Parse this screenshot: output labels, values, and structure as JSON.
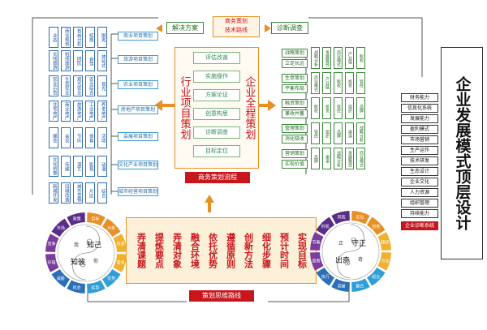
{
  "top": {
    "solution_label": "解决方案",
    "route_label": "商务策划\n技术路线",
    "diagnosis_label": "诊断调查"
  },
  "left_column": {
    "items": [
      {
        "label": "商业项目策划",
        "tags": [
          "业态",
          "商业规划",
          "布局分析",
          "招商",
          "服务"
        ]
      },
      {
        "label": "旅游项目策划",
        "tags": [
          "长线旅游",
          "短线旅游",
          "团队",
          "自驾",
          "体验式"
        ]
      },
      {
        "label": "农业项目策划",
        "tags": [
          "农业示范",
          "生态农业",
          "观光农业",
          "农业综合",
          "观光"
        ]
      },
      {
        "label": "房地产项目策划",
        "tags": [
          "住宅地产",
          "商业地产",
          "旅游地产",
          "工业地产",
          "养老地产"
        ]
      },
      {
        "label": "会展项目策划",
        "tags": [
          "展会",
          "会议",
          "节庆",
          "体育",
          "活动"
        ]
      },
      {
        "label": "文化产业项目策划",
        "tags": [
          "文化创意",
          "传媒",
          "演艺",
          "影视",
          "动漫"
        ]
      },
      {
        "label": "城市经营项目策划",
        "tags": [
          "新城开发",
          "旧城改造",
          "城市营销",
          "片区",
          "综合"
        ]
      }
    ]
  },
  "center": {
    "industry_title": "行业项目策划",
    "enterprise_title": "企业全程策划",
    "steps": [
      "评估改善",
      "实施操作",
      "方案论证",
      "创意构思",
      "诊断调查",
      "目标定位"
    ],
    "flow_label": "商务策划流程"
  },
  "right_column": {
    "items": [
      {
        "label": "战略策划",
        "sub": "立足长远"
      },
      {
        "label": "生意策划",
        "sub": "平衡布局"
      },
      {
        "label": "融资策划",
        "sub": "兼收并蓄"
      },
      {
        "label": "管理策划",
        "sub": "消化吸收"
      },
      {
        "label": "营销策划",
        "sub": "实现价值"
      }
    ],
    "tags": [
      "战略分析",
      "发展路径",
      "商业模式",
      "产业链",
      "股权",
      "投资",
      "管控",
      "组织",
      "品牌",
      "渠道"
    ]
  },
  "right_panel": {
    "title": "企业发展模式顶层设计",
    "items": [
      "财务能力",
      "信息化系统",
      "发展能力",
      "盈利模式",
      "市场营销",
      "生产运作",
      "技术研发",
      "生态设计",
      "企业文化",
      "人力资源",
      "组织管理",
      "持续能力"
    ],
    "footer": "企业诊断系统"
  },
  "bottom": {
    "steps": [
      "弄清课题",
      "提炼要点",
      "弄清对象",
      "融合环境",
      "依托优势",
      "遵循原则",
      "创新方法",
      "细化步骤",
      "预计时间",
      "实现目标"
    ],
    "thinking_label": "策划思维路线",
    "left_wheel": {
      "center": [
        "知己",
        "知彼"
      ],
      "mid": [
        "我",
        "你"
      ],
      "ring": [
        "目标",
        "对象",
        "资源",
        "需求",
        "优势",
        "劣势",
        "机会",
        "威胁",
        "环境",
        "竞争",
        "市场",
        "政策"
      ]
    },
    "right_wheel": {
      "center": [
        "守正",
        "出奇"
      ],
      "mid": [
        "正",
        "奇"
      ],
      "ring": [
        "定位",
        "创意",
        "路径",
        "方法",
        "组合",
        "整合",
        "突破",
        "执行",
        "原则",
        "节奏",
        "时机",
        "风险"
      ]
    }
  },
  "colors": {
    "blue": "#2e6db4",
    "green": "#3a8a3a",
    "red": "#c8161d",
    "orange": "#e89023"
  }
}
